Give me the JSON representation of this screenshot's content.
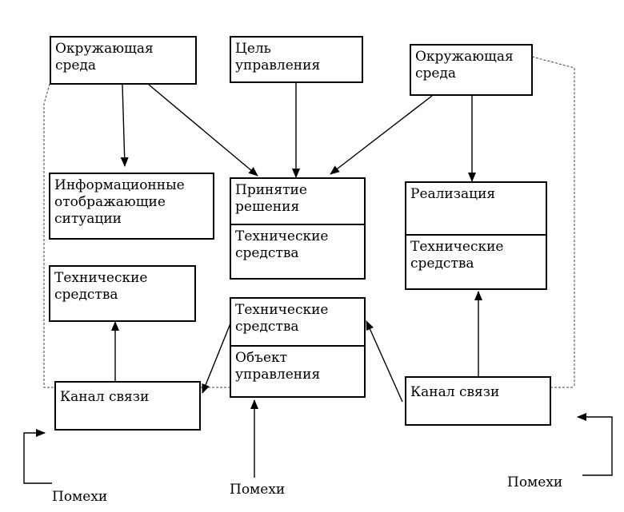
{
  "boxes": {
    "env_left": "Окружающая\nсреда",
    "goal": "Цель\nуправления",
    "env_right": "Окружающая\nсреда",
    "info_display": "Информационные\nотображающие\nситуации",
    "decision_top": "Принятие\nрешения",
    "decision_bottom": "Технические\nсредства",
    "realization_top": "Реализация",
    "realization_bottom": "Технические\nсредства",
    "tech_left": "Технические\nсредства",
    "object_top": "Технические\nсредства",
    "object_bottom": "Объект\nуправления",
    "channel_left": "Канал связи",
    "channel_right": "Канал связи"
  },
  "labels": {
    "noise_left": "Помехи",
    "noise_center": "Помехи",
    "noise_right": "Помехи"
  }
}
